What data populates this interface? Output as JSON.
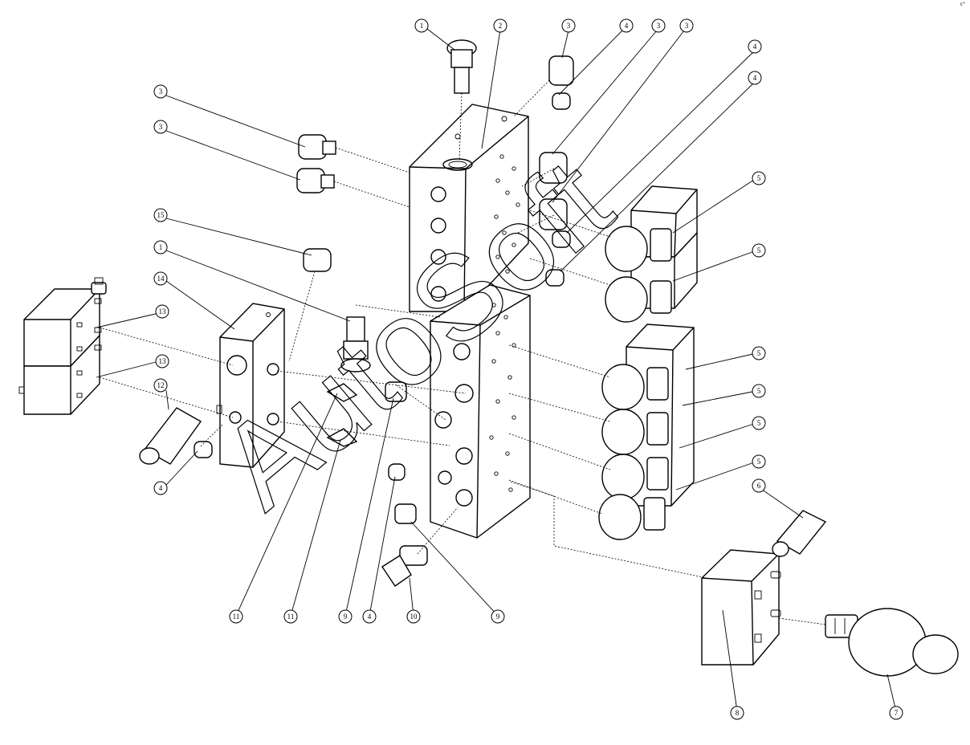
{
  "watermark": "AutoSoft",
  "corner_mark": "c° ",
  "balloon_labels": {
    "b1": "1",
    "b2": "2",
    "b3a": "3",
    "b4a": "4",
    "b3b": "3",
    "b3c": "3",
    "b4b": "4",
    "b4c": "4",
    "b3d": "3",
    "b3e": "3",
    "b15": "15",
    "b1b": "1",
    "b14": "14",
    "b13a": "13",
    "b13b": "13",
    "b12": "12",
    "b4d": "4",
    "b11a": "11",
    "b11b": "11",
    "b9a": "9",
    "b4e": "4",
    "b10": "10",
    "b9b": "9",
    "b5a": "5",
    "b5b": "5",
    "b5c": "5",
    "b5d": "5",
    "b5e": "5",
    "b5f": "5",
    "b6": "6",
    "b8": "8",
    "b7": "7"
  }
}
